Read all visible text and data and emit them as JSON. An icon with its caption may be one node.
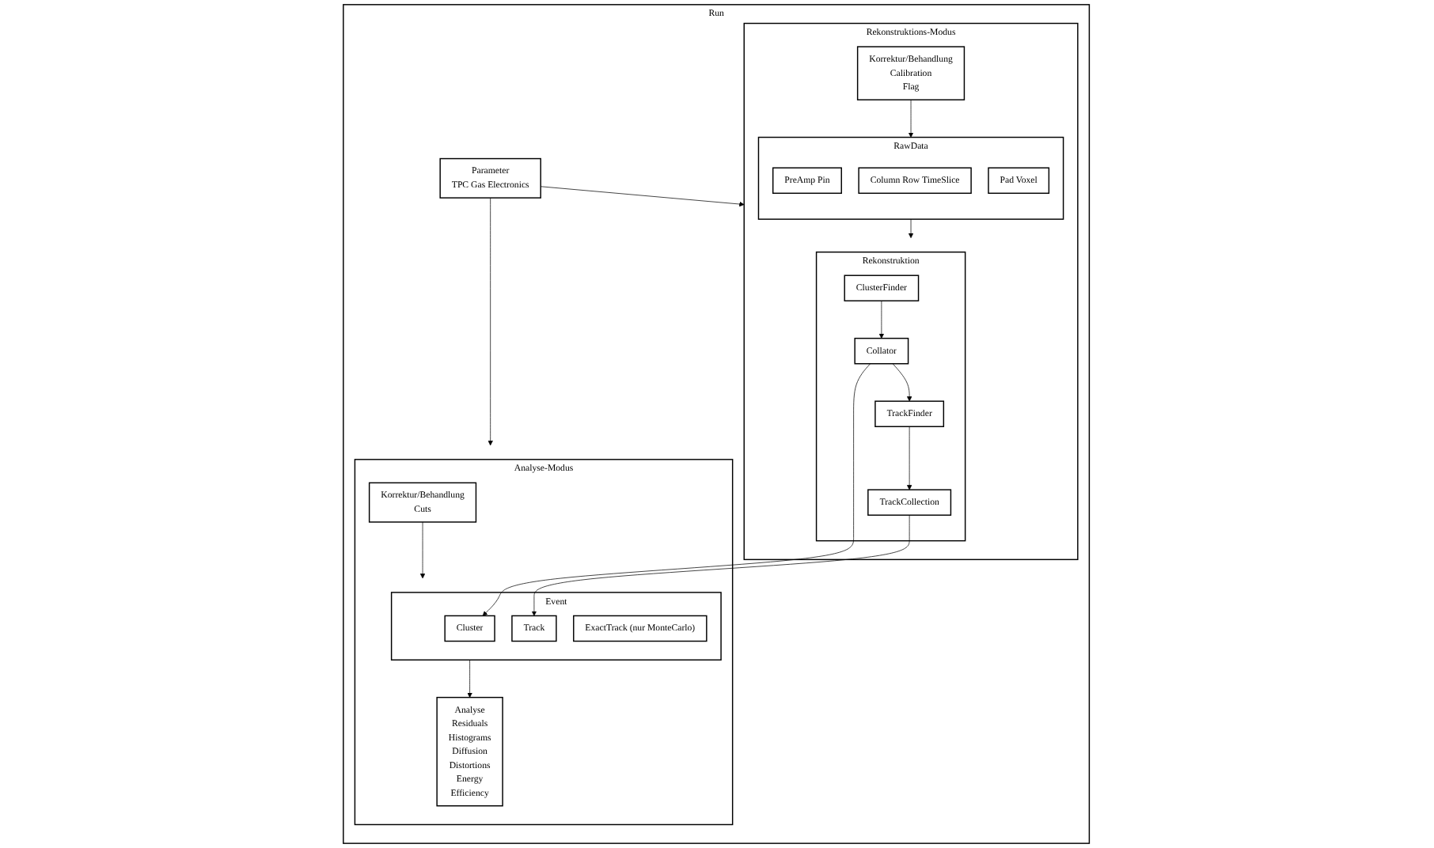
{
  "diagram": {
    "nodes": [
      {
        "text": [
          "Run"
        ]
      },
      {
        "text": [
          "Parameter",
          "TPC Gas Electronics"
        ],
        "in": 0
      },
      {
        "text": [
          "Rekonstruktions-Modus"
        ],
        "in": 0
      },
      {
        "text": [
          "RawData"
        ],
        "in": 2
      },
      {
        "text": [
          "PreAmp Pin"
        ],
        "in": 3
      },
      {
        "text": [
          "Column Row TimeSlice"
        ],
        "in": 3
      },
      {
        "text": [
          "Pad Voxel"
        ],
        "in": 3
      },
      {
        "text": [
          "Korrektur/Behandlung",
          "Calibration",
          "Flag"
        ],
        "in": 2
      },
      {
        "text": [
          "Rekonstruktion"
        ],
        "in": 2
      },
      {
        "text": [
          "ClusterFinder"
        ],
        "in": 8
      },
      {
        "text": [
          "Collator"
        ],
        "in": 8
      },
      {
        "text": [
          "TrackFinder"
        ],
        "in": 8
      },
      {
        "text": [
          "TrackCollection"
        ],
        "in": 8
      },
      {
        "text": [
          "Analyse-Modus"
        ],
        "in": 0
      },
      {
        "text": [
          "Event"
        ],
        "in": 13
      },
      {
        "text": [
          "Cluster"
        ],
        "in": 14
      },
      {
        "text": [
          "Track"
        ],
        "in": 14
      },
      {
        "text": [
          "ExactTrack (nur MonteCarlo)"
        ],
        "in": 14
      },
      {
        "text": [
          "Korrektur/Behandlung",
          "Cuts"
        ],
        "in": 13
      },
      {
        "text": [
          "Analyse",
          "Residuals",
          "Histograms",
          "Diffusion",
          "Distortions",
          "Energy",
          "Efficiency"
        ],
        "in": 13
      }
    ],
    "edges": [
      {
        "from": 1,
        "to": 2,
        "arrow": "to"
      },
      {
        "from": 1,
        "to": 13,
        "arrow": "to"
      },
      {
        "from": 7,
        "to": 3,
        "arrow": "to"
      },
      {
        "from": 3,
        "to": 8,
        "arrow": "to"
      },
      {
        "from": 9,
        "to": 10,
        "arrow": "to"
      },
      {
        "from": 10,
        "to": 11,
        "arrow": "to"
      },
      {
        "from": 11,
        "to": 12,
        "arrow": "to"
      },
      {
        "from": 10,
        "to": 15,
        "arrow": "to"
      },
      {
        "from": 12,
        "to": 16,
        "arrow": "to"
      },
      {
        "from": 18,
        "to": 14,
        "arrow": "to"
      },
      {
        "from": 14,
        "to": 19,
        "arrow": "to"
      }
    ]
  }
}
